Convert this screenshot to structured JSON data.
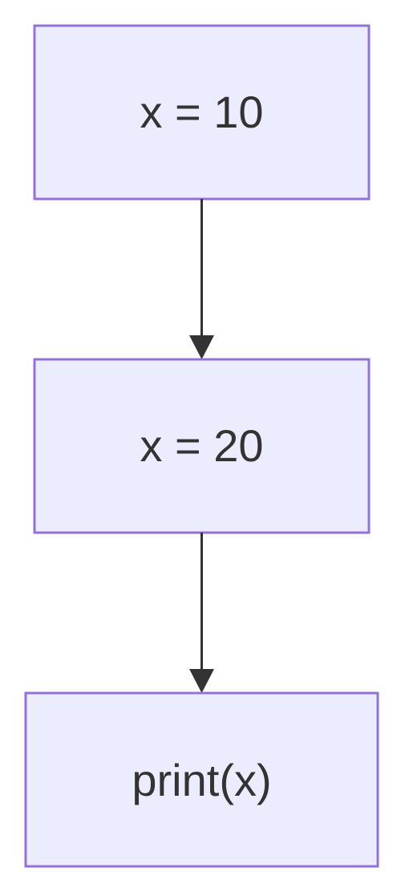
{
  "diagram": {
    "type": "flowchart",
    "direction": "top-to-bottom",
    "colors": {
      "node_fill": "#ECECFF",
      "node_border": "#9370DB",
      "text": "#333333",
      "edge": "#333333"
    },
    "nodes": [
      {
        "id": "n1",
        "label": "x = 10"
      },
      {
        "id": "n2",
        "label": "x = 20"
      },
      {
        "id": "n3",
        "label": "print(x)"
      }
    ],
    "edges": [
      {
        "from": "n1",
        "to": "n2"
      },
      {
        "from": "n2",
        "to": "n3"
      }
    ]
  }
}
